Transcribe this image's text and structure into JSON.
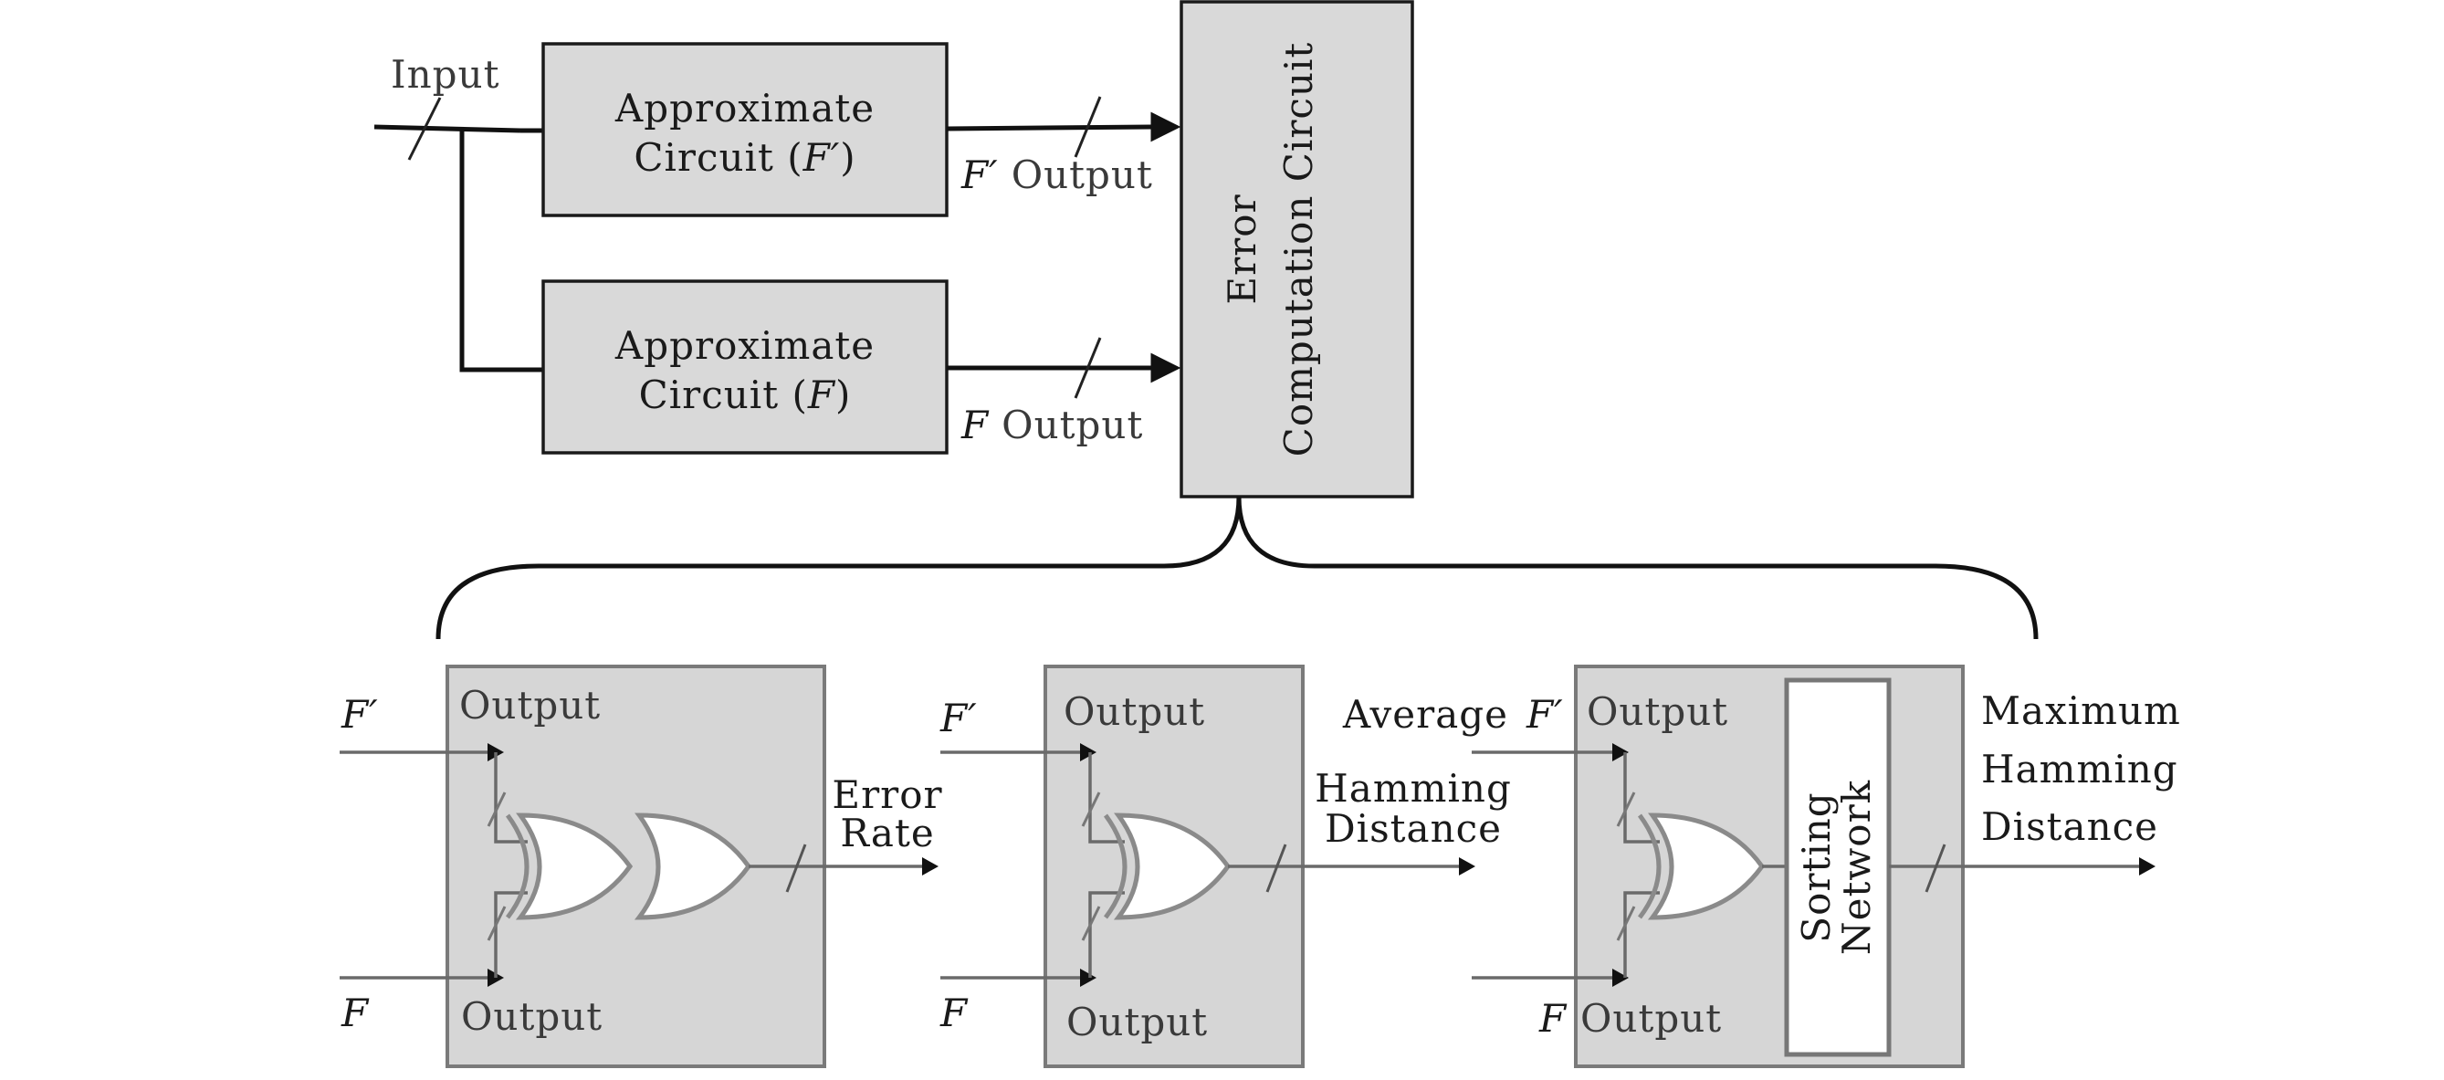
{
  "top": {
    "input_label": "Input",
    "approx_circuit_prime": {
      "line1": "Approximate",
      "line2_prefix": "Circuit (",
      "symbol": "F′",
      "line2_suffix": ")"
    },
    "approx_circuit": {
      "line1": "Approximate",
      "line2_prefix": "Circuit (",
      "symbol": "F",
      "line2_suffix": ")"
    },
    "output_prime": {
      "symbol": "F′",
      "text": "Output"
    },
    "output": {
      "symbol": "F",
      "text": "Output"
    },
    "error_computation": {
      "line1": "Error",
      "line2": "Computation Circuit"
    }
  },
  "modules": [
    {
      "input_top_symbol": "F′",
      "input_top_label": "Output",
      "input_bottom_symbol": "F",
      "input_bottom_label": "Output",
      "result_lines": [
        "Error",
        "Rate"
      ]
    },
    {
      "input_top_symbol": "F′",
      "input_top_label": "Output",
      "input_bottom_symbol": "F",
      "input_bottom_label": "Output",
      "result_lines": [
        "Average",
        "Hamming",
        "Distance"
      ]
    },
    {
      "input_top_symbol": "F′",
      "input_top_label": "Output",
      "input_bottom_symbol": "F",
      "input_bottom_label": "Output",
      "sorting_lines": [
        "Sorting",
        "Network"
      ],
      "result_lines": [
        "Maximum",
        "Hamming",
        "Distance"
      ]
    }
  ]
}
